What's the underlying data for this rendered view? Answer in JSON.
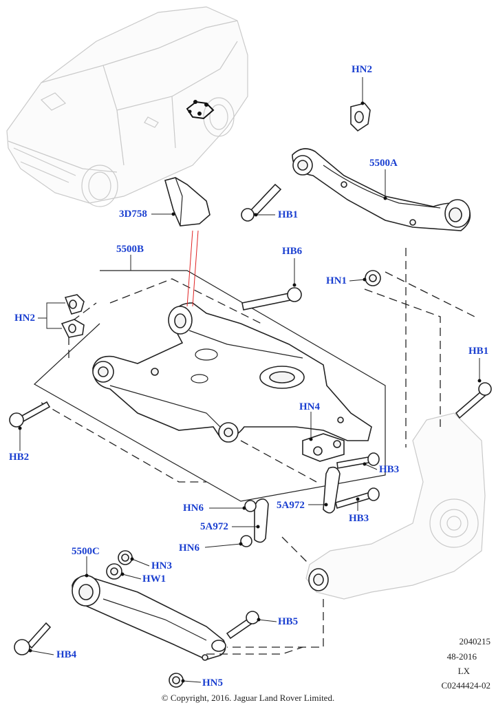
{
  "labels": {
    "hn2_top": "HN2",
    "p5500a": "5500A",
    "p3d758": "3D758",
    "hb1_top": "HB1",
    "p5500b": "5500B",
    "hb6": "HB6",
    "hn1": "HN1",
    "hn2_left": "HN2",
    "hb1_right": "HB1",
    "hn4": "HN4",
    "hb2": "HB2",
    "hb3_upper": "HB3",
    "hn6_upper": "HN6",
    "p5a972_right": "5A972",
    "hb3_lower": "HB3",
    "p5a972_left": "5A972",
    "hn6_lower": "HN6",
    "p5500c": "5500C",
    "hn3": "HN3",
    "hw1": "HW1",
    "hb5": "HB5",
    "hb4": "HB4",
    "hn5": "HN5"
  },
  "reference": {
    "code": "2040215",
    "date": "48-2016",
    "model": "LX",
    "illustration": "C0244424-02"
  },
  "copyright": "© Copyright, 2016. Jaguar Land Rover Limited.",
  "colors": {
    "callout": "#1a3fd0",
    "line": "#222222",
    "ghost": "#c9c9c9",
    "leader_red": "#e02020"
  }
}
